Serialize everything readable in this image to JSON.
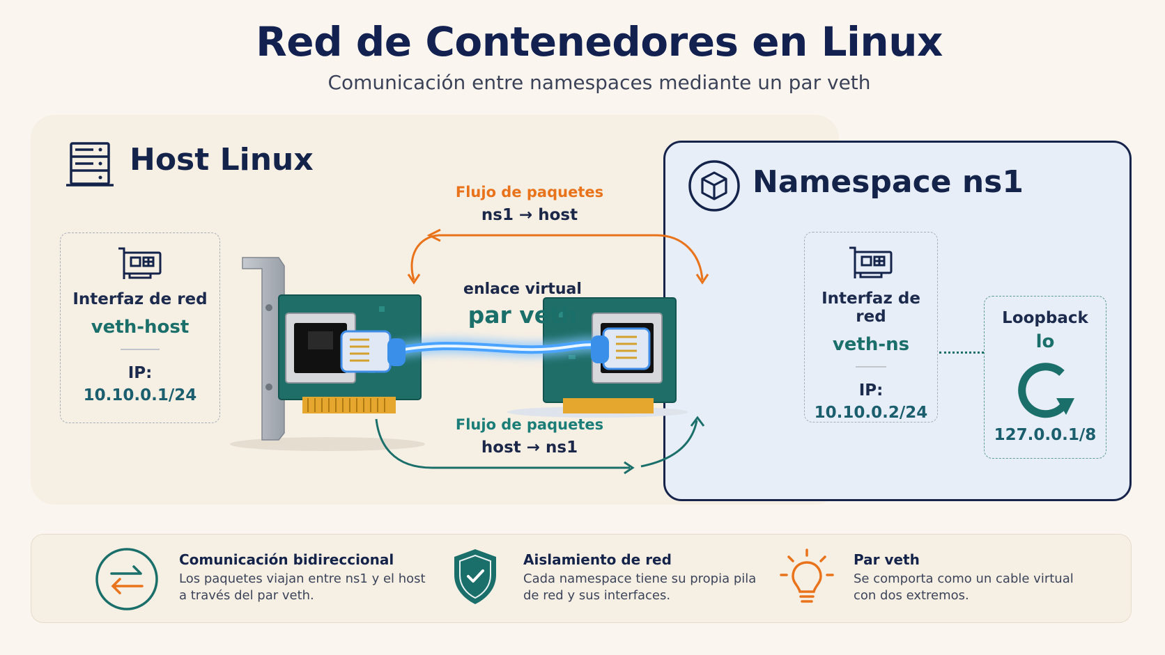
{
  "header": {
    "title": "Red de Contenedores en Linux",
    "subtitle": "Comunicación entre namespaces mediante un par veth"
  },
  "host": {
    "title": "Host Linux",
    "interface": {
      "label": "Interfaz de red",
      "name": "veth-host",
      "ip_label": "IP:",
      "ip": "10.10.0.1/24"
    }
  },
  "namespace": {
    "title": "Namespace ns1",
    "interface": {
      "label": "Interfaz de red",
      "name": "veth-ns",
      "ip_label": "IP:",
      "ip": "10.10.0.2/24"
    },
    "loopback": {
      "label": "Loopback",
      "name": "lo",
      "ip": "127.0.0.1/8"
    }
  },
  "link": {
    "caption": "enlace virtual",
    "name": "par veth"
  },
  "flows": {
    "top": {
      "label": "Flujo de paquetes",
      "direction": "ns1 → host"
    },
    "bottom": {
      "label": "Flujo de paquetes",
      "direction": "host → ns1"
    }
  },
  "info": [
    {
      "icon": "bidirectional-arrows-icon",
      "title": "Comunicación bidireccional",
      "line1": "Los paquetes viajan entre ns1 y el host",
      "line2": "a través del par veth."
    },
    {
      "icon": "shield-check-icon",
      "title": "Aislamiento de red",
      "line1": "Cada namespace tiene su propia pila",
      "line2": "de red y sus interfaces."
    },
    {
      "icon": "lightbulb-icon",
      "title": "Par veth",
      "line1": "Se comporta como un cable virtual",
      "line2": "con dos extremos."
    }
  ],
  "colors": {
    "navy": "#122150",
    "teal": "#1b6f6a",
    "orange": "#e8731a",
    "cable_blue": "#3a8fe8",
    "pcb_green": "#1f6e68"
  }
}
